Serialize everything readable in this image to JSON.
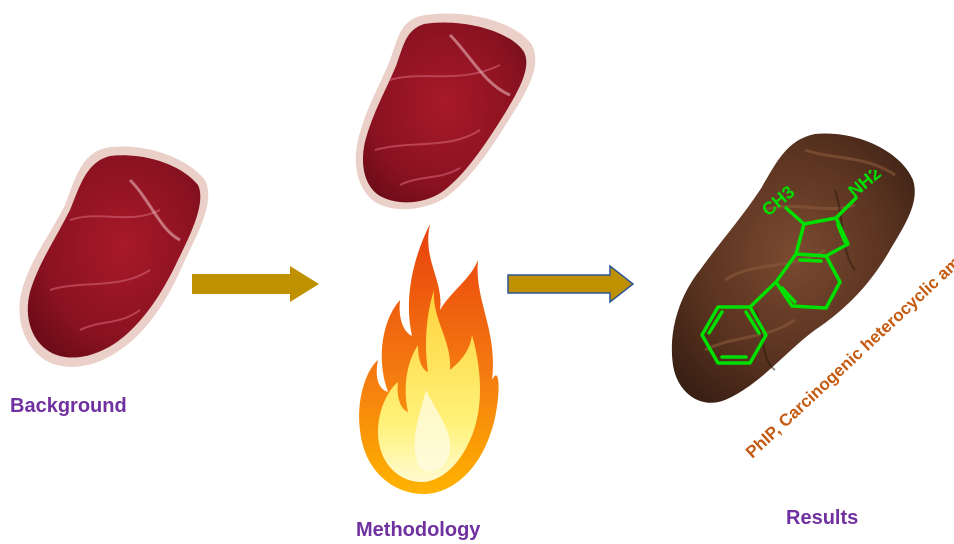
{
  "stages": {
    "background": "Background",
    "methodology": "Methodology",
    "results": "Results"
  },
  "molecule": {
    "caption": "PhIP, Carcinogenic heterocyclic amine",
    "groups": {
      "methyl": "CH3",
      "amine": "NH2"
    },
    "color": "#00e000"
  },
  "colors": {
    "label": "#7030a0",
    "caption": "#c55a11",
    "arrow_fill": "#bf9000",
    "arrow_stroke": "#2f5597"
  }
}
